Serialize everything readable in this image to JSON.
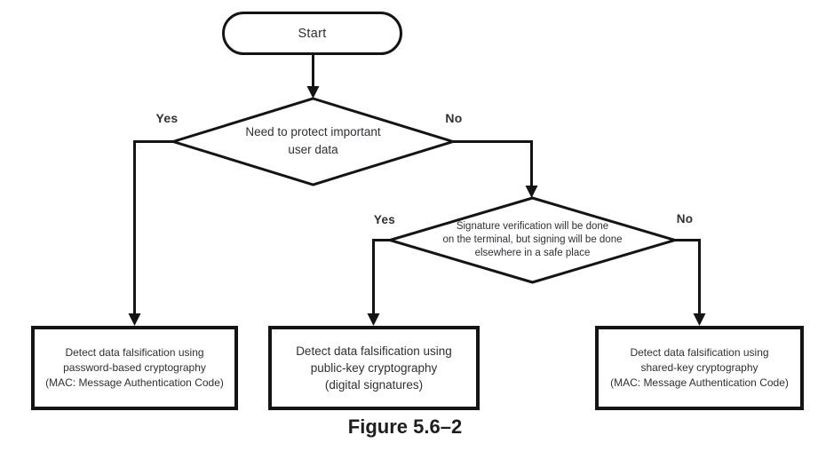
{
  "colors": {
    "line": "#141414",
    "text": "#2f2f35",
    "bg": "#ffffff"
  },
  "figure": {
    "caption": "Figure 5.6–2"
  },
  "flowchart": {
    "start": {
      "label": "Start"
    },
    "decision1": {
      "lines": [
        "Need to protect important",
        "user data"
      ],
      "yes": "Yes",
      "no": "No"
    },
    "decision2": {
      "lines": [
        "Signature verification will be done",
        "on the terminal, but signing will be done",
        "elsewhere in a safe place"
      ],
      "yes": "Yes",
      "no": "No"
    },
    "outcomes": {
      "password": {
        "lines": [
          "Detect data falsification using",
          "password-based cryptography",
          "(MAC: Message Authentication Code)"
        ]
      },
      "public_key": {
        "lines": [
          "Detect data falsification using",
          "public-key cryptography",
          "(digital signatures)"
        ]
      },
      "shared_key": {
        "lines": [
          "Detect data falsification using",
          "shared-key cryptography",
          "(MAC: Message Authentication Code)"
        ]
      }
    }
  }
}
